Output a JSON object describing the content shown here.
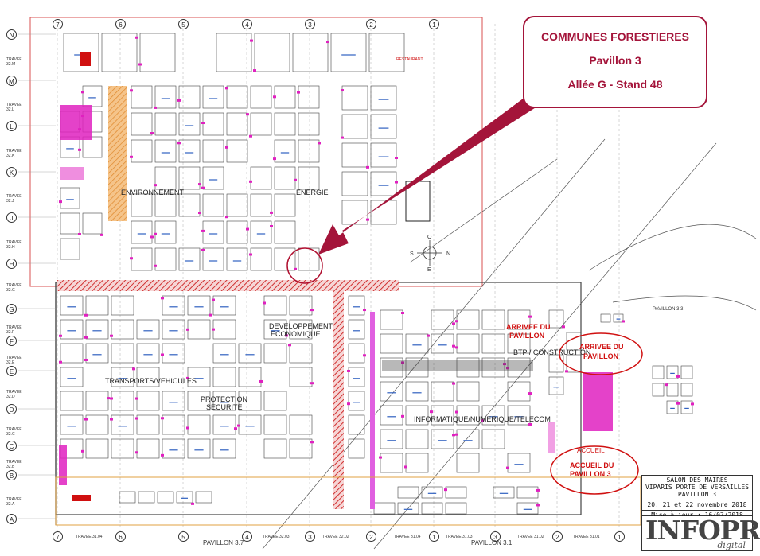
{
  "callout": {
    "line1": "COMMUNES FORESTIERES",
    "line2": "Pavillon 3",
    "line3": "Allée G - Stand 48"
  },
  "legend": {
    "l1": "SALON DES MAIRES",
    "l2": "VIPARIS PORTE DE VERSAILLES",
    "l3": "PAVILLON 3",
    "l4": "20, 21 et 22 novembre 2018",
    "l5": "Mise à jour : 16/07/2018"
  },
  "logo": {
    "main": "INFOPRO",
    "sub": "digital"
  },
  "zones": {
    "environnement": "ENVIRONNEMENT",
    "energie": "ENERGIE",
    "developpement": "DEVELOPPEMENT",
    "economique": "ECONOMIQUE",
    "transports": "TRANSPORTS/VEHICULES",
    "protection": "PROTECTION",
    "securite": "SECURITE",
    "btp": "BTP / CONSTRUCTION",
    "informatique": "INFORMATIQUE/NUMERIQUE/TELECOM",
    "arrivee1a": "ARRIVEE DU",
    "arrivee1b": "PAVILLON",
    "arrivee2a": "ARRIVEE DU",
    "arrivee2b": "PAVILLON",
    "accueil": "ACCUEIL",
    "accueil_a": "ACCUEIL DU",
    "accueil_b": "PAVILLON 3",
    "restaurant": "RESTAURANT",
    "pavillon33": "PAVILLON 3.3",
    "pavillon37": "PAVILLON  3.7",
    "pavillon31": "PAVILLON  3.1"
  },
  "rows": [
    "N",
    "M",
    "L",
    "K",
    "J",
    "H",
    "G",
    "F",
    "E",
    "D",
    "C",
    "B",
    "A"
  ],
  "traveesLeft": [
    "TRAVEE 32.M",
    "TRAVEE 32.L",
    "TRAVEE 32.K",
    "TRAVEE 32.J",
    "TRAVEE 32.H",
    "TRAVEE 32.G",
    "TRAVEE 32.F",
    "TRAVEE 32.E",
    "TRAVEE 32.D",
    "TRAVEE 32.C",
    "TRAVEE 32.B",
    "TRAVEE 32.A"
  ],
  "colsTop": [
    "7",
    "6",
    "5",
    "4",
    "3",
    "2",
    "1"
  ],
  "colsBottom": [
    "7",
    "6",
    "5",
    "4",
    "3",
    "2",
    "1",
    "3",
    "2",
    "1"
  ],
  "traveesBottom": [
    "TRAVEE 31.04",
    "TRAVEE 32.03",
    "TRAVEE 32.02",
    "TRAVEE 31.04",
    "TRAVEE 31.03",
    "TRAVEE 31.02",
    "TRAVEE 31.01"
  ],
  "compass": {
    "n": "N",
    "s": "S",
    "e": "E",
    "o": "O"
  },
  "colors": {
    "accent": "#a4143a",
    "pink": "#e020c0",
    "red": "#d01010",
    "hatch": "#d03030"
  }
}
